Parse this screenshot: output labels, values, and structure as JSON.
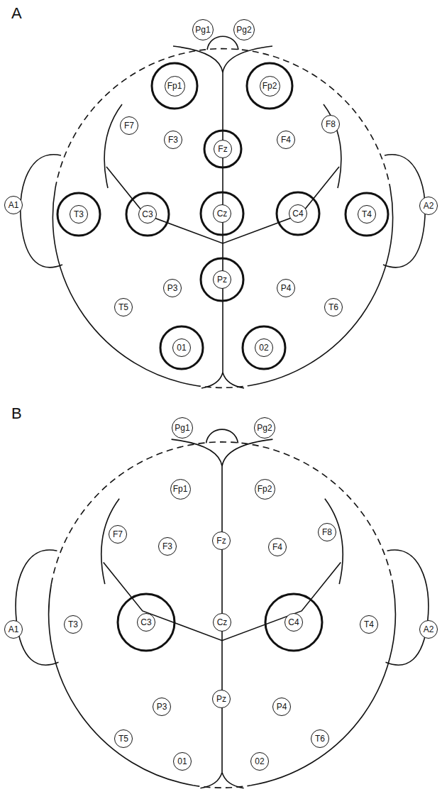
{
  "diagram": {
    "nodes": [
      {
        "text": [
          "Pg1"
        ]
      },
      {
        "text": [
          "Pg2"
        ]
      },
      {
        "text": [
          "Fp1"
        ]
      },
      {
        "text": [
          "Fp2"
        ]
      },
      {
        "text": [
          "F7"
        ]
      },
      {
        "text": [
          "F3"
        ]
      },
      {
        "text": [
          "Fz"
        ]
      },
      {
        "text": [
          "F4"
        ]
      },
      {
        "text": [
          "F8"
        ]
      },
      {
        "text": [
          "A1"
        ]
      },
      {
        "text": [
          "T3"
        ]
      },
      {
        "text": [
          "C3"
        ]
      },
      {
        "text": [
          "Cz"
        ]
      },
      {
        "text": [
          "C4"
        ]
      },
      {
        "text": [
          "T4"
        ]
      },
      {
        "text": [
          "A2"
        ]
      },
      {
        "text": [
          "P3"
        ]
      },
      {
        "text": [
          "Pz"
        ]
      },
      {
        "text": [
          "P4"
        ]
      },
      {
        "text": [
          "T5"
        ]
      },
      {
        "text": [
          "T6"
        ]
      },
      {
        "text": [
          "01"
        ]
      },
      {
        "text": [
          "02"
        ]
      },
      {
        "text": [
          "Pg1"
        ]
      },
      {
        "text": [
          "Pg2"
        ]
      },
      {
        "text": [
          "Fp1"
        ]
      },
      {
        "text": [
          "Fp2"
        ]
      },
      {
        "text": [
          "F7"
        ]
      },
      {
        "text": [
          "F3"
        ]
      },
      {
        "text": [
          "Fz"
        ]
      },
      {
        "text": [
          "F4"
        ]
      },
      {
        "text": [
          "F8"
        ]
      },
      {
        "text": [
          "A1"
        ]
      },
      {
        "text": [
          "T3"
        ]
      },
      {
        "text": [
          "C3"
        ]
      },
      {
        "text": [
          "Cz"
        ]
      },
      {
        "text": [
          "C4"
        ]
      },
      {
        "text": [
          "T4"
        ]
      },
      {
        "text": [
          "A2"
        ]
      },
      {
        "text": [
          "P3"
        ]
      },
      {
        "text": [
          "Pz"
        ]
      },
      {
        "text": [
          "P4"
        ]
      },
      {
        "text": [
          "T5"
        ]
      },
      {
        "text": [
          "T6"
        ]
      },
      {
        "text": [
          "01"
        ]
      },
      {
        "text": [
          "02"
        ]
      }
    ],
    "labels": [
      "A",
      "B"
    ]
  }
}
